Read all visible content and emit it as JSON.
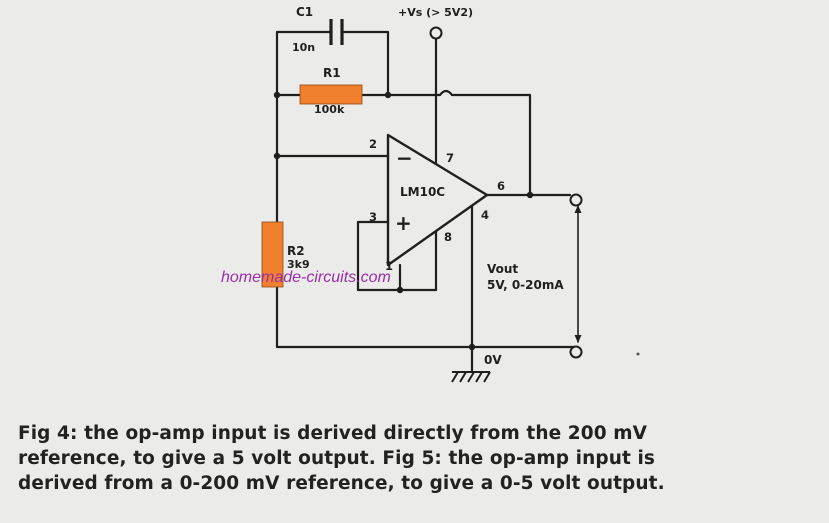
{
  "schematic": {
    "components": {
      "c1": {
        "name": "C1",
        "value": "10n"
      },
      "r1": {
        "name": "R1",
        "value": "100k"
      },
      "r2": {
        "name": "R2",
        "value": "3k9"
      },
      "opamp": {
        "name": "LM10C"
      }
    },
    "supply_label": "+Vs (> 5V2)",
    "pins": {
      "p2": "2",
      "p3": "3",
      "p7": "7",
      "p6": "6",
      "p4": "4",
      "p8": "8",
      "p1": "1"
    },
    "inverting_sign": "−",
    "noninverting_sign": "+",
    "output_label_line1": "Vout",
    "output_label_line2": "5V, 0-20mA",
    "ground_label": "0V",
    "watermark": "homemade-circuits.com"
  },
  "caption": {
    "line1": "Fig 4: the op-amp input is derived directly from the 200 mV",
    "line2": "reference, to give a 5 volt output. Fig 5: the op-amp input is",
    "line3": "derived from a 0-200 mV reference, to give a 0-5 volt output."
  },
  "colors": {
    "resistor_fill": "#f07f2e",
    "wire": "#1f1f1f",
    "background": "#ebebe9",
    "watermark": "#9b2fa8"
  }
}
